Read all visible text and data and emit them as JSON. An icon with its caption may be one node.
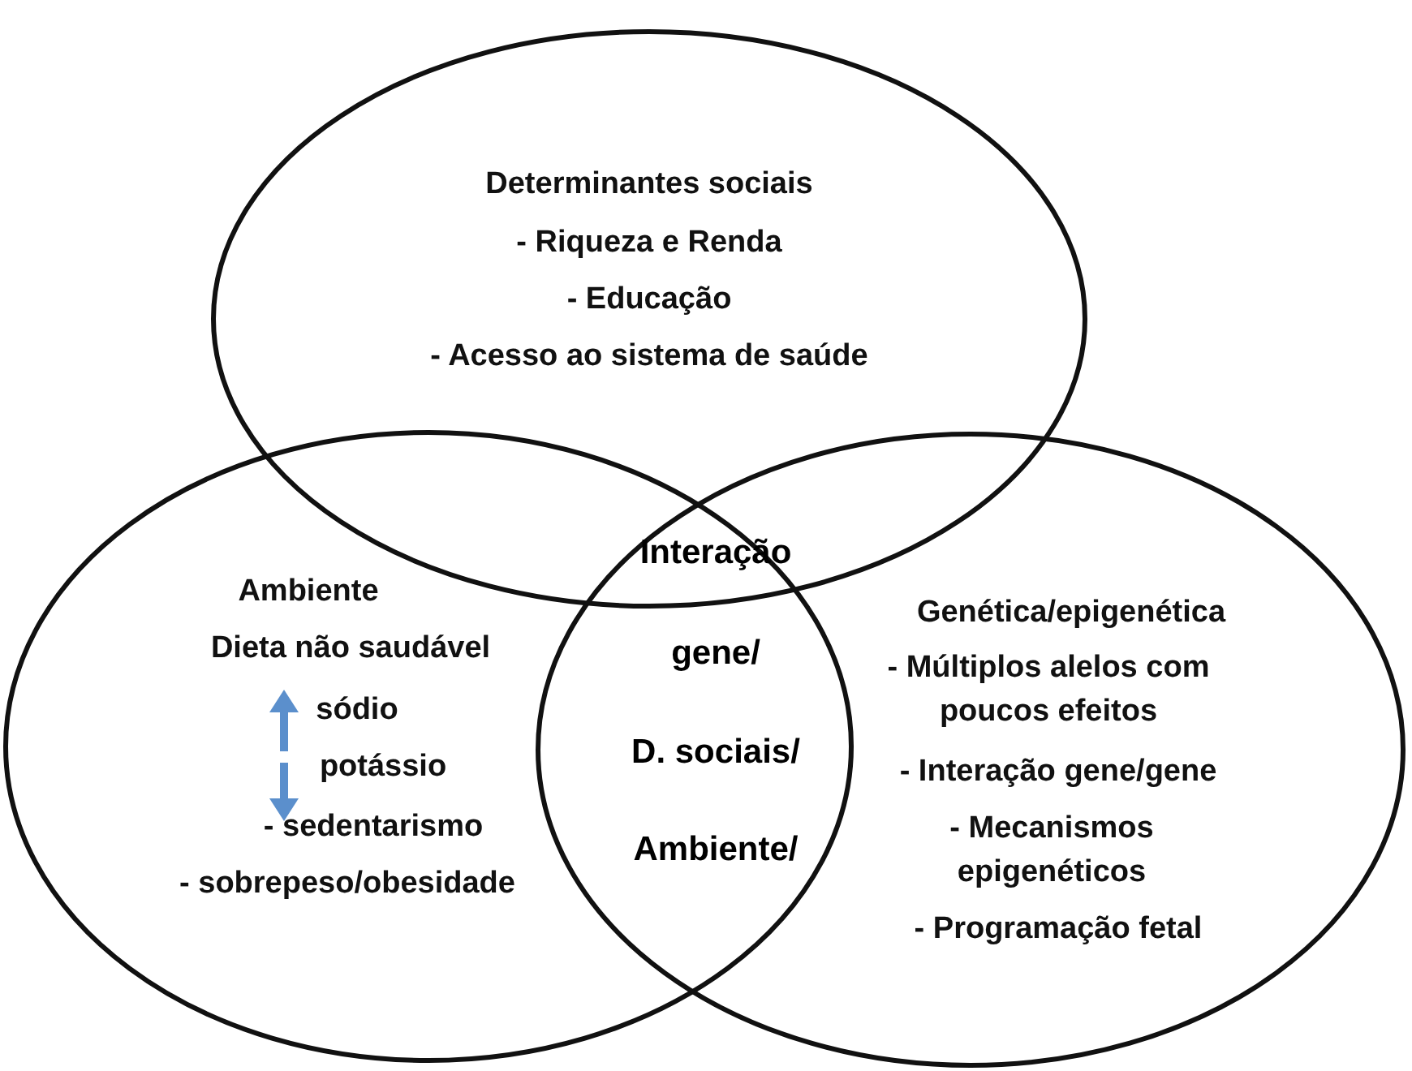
{
  "diagram": {
    "nodes": [
      {
        "text": [
          "Determinantes sociais",
          "- Riqueza e Renda",
          "- Educação",
          "- Acesso ao sistema de saúde"
        ]
      },
      {
        "text": [
          "Ambiente",
          "Dieta não saudável",
          "sódio",
          "potássio",
          "- sedentarismo",
          "- sobrepeso/obesidade"
        ]
      },
      {
        "text": [
          "Genética/epigenética",
          "- Múltiplos alelos com poucos efeitos",
          "- Interação gene/gene",
          "- Mecanismos epigenéticos",
          "- Programação fetal"
        ]
      }
    ],
    "edges": [],
    "labels": [
      "Interação",
      "gene/",
      "D. sociais/",
      "Ambiente/"
    ]
  }
}
